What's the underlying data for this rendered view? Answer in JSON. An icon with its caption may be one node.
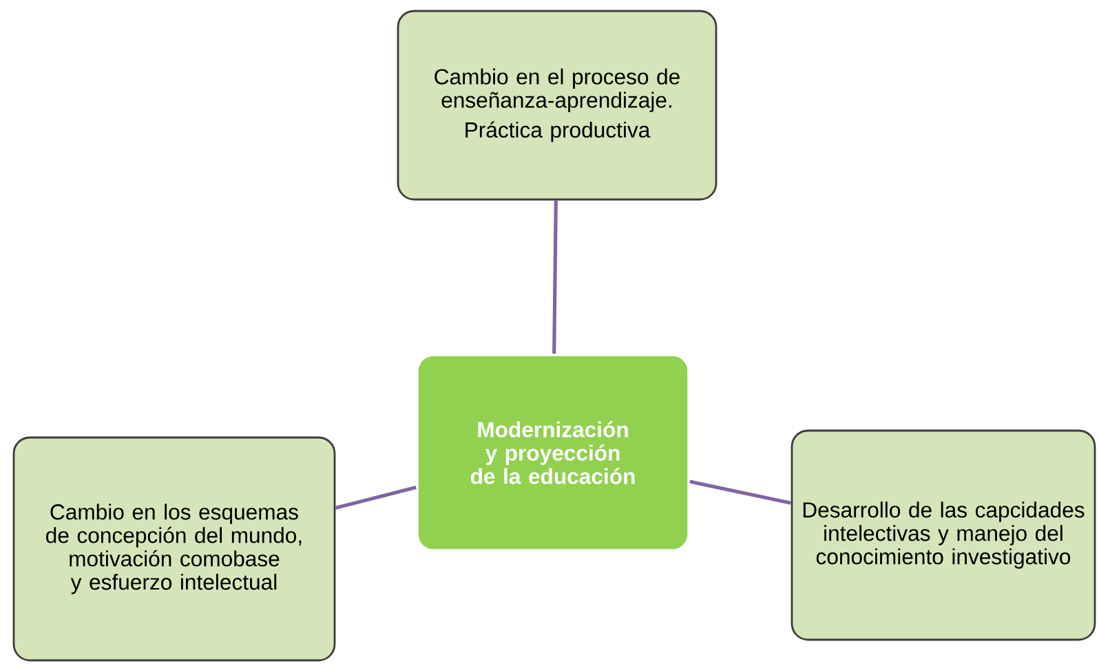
{
  "diagram": {
    "nodes": [
      {
        "text": [
          "Cambio en el proceso de enseñanza-aprendizaje.",
          "Práctica productiva"
        ]
      },
      {
        "text": [
          "Modernización y proyección de la educación"
        ]
      },
      {
        "text": [
          "Cambio en los esquemas de concepción del mundo, motivación comobase  y esfuerzo intelectual"
        ]
      },
      {
        "text": [
          "Desarrollo de las capcidades intelectivas y manejo  del conocimiento investigativo"
        ]
      }
    ],
    "edges": [
      {
        "from": 1,
        "to": 0,
        "arrow": "none"
      },
      {
        "from": 1,
        "to": 2,
        "arrow": "none"
      },
      {
        "from": 1,
        "to": 3,
        "arrow": "none"
      }
    ]
  }
}
